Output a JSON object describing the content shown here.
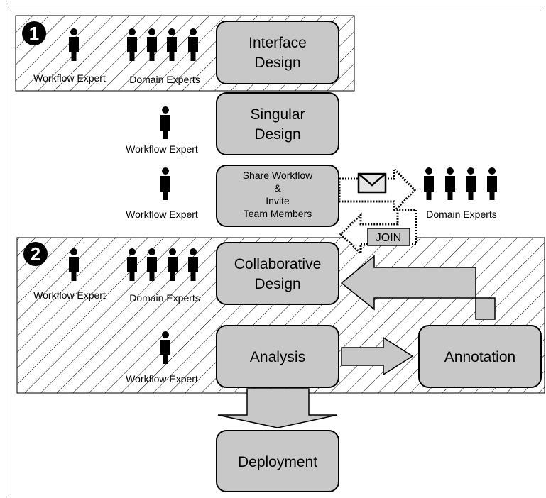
{
  "phases": {
    "phase1": {
      "number": "1"
    },
    "phase2": {
      "number": "2"
    }
  },
  "roles": {
    "workflow_expert": "Workflow Expert",
    "domain_experts": "Domain Experts"
  },
  "steps": {
    "interface_design": [
      "Interface",
      "Design"
    ],
    "singular_design": [
      "Singular",
      "Design"
    ],
    "share_workflow": [
      "Share Workflow",
      "&",
      "Invite",
      "Team Members"
    ],
    "collaborative_design": [
      "Collaborative",
      "Design"
    ],
    "analysis": [
      "Analysis"
    ],
    "annotation": [
      "Annotation"
    ],
    "deployment": [
      "Deployment"
    ]
  },
  "join_label": "JOIN",
  "icons": {
    "person": "person-icon",
    "mail": "envelope-icon"
  },
  "colors": {
    "box_fill": "#c8c8c8",
    "stroke": "#000000",
    "background": "#ffffff"
  }
}
